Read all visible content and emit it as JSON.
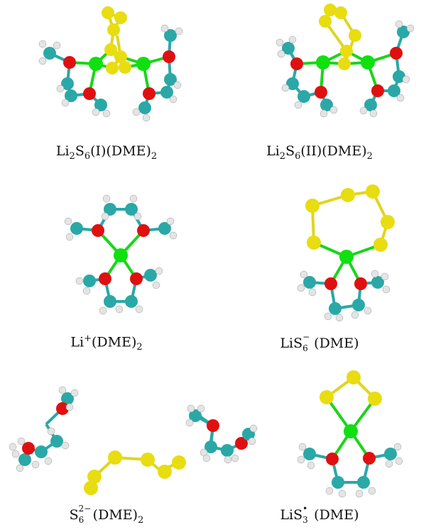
{
  "legend_colors": {
    "Li": "#10e010",
    "S": "#e8dd10",
    "O": "#e01010",
    "C": "#2aa8a8",
    "H": "#e4e4e4",
    "bond_Li": "#1bd41b",
    "bond_S": "#e0d520"
  },
  "panels": [
    {
      "id": "li2s6-i",
      "caption": {
        "prefix": "Li",
        "sub1": "2",
        "mid": "S",
        "sub2": "6",
        "suffix": "(I)(DME)",
        "sub3": "2"
      }
    },
    {
      "id": "li2s6-ii",
      "caption": {
        "prefix": "Li",
        "sub1": "2",
        "mid": "S",
        "sub2": "6",
        "suffix": "(II)(DME)",
        "sub3": "2"
      }
    },
    {
      "id": "li-dme2",
      "caption": {
        "prefix": "Li",
        "sup": "+",
        "suffix": "(DME)",
        "sub": "2"
      }
    },
    {
      "id": "lis6-dme",
      "caption": {
        "prefix": "LiS",
        "sup": "−",
        "sub": "6",
        "suffix": "(DME)"
      }
    },
    {
      "id": "s6-dme2",
      "caption": {
        "prefix": "S",
        "sup": "2−",
        "sub": "6",
        "suffix": "(DME)",
        "sub2": "2"
      }
    },
    {
      "id": "lis3-dme",
      "caption": {
        "prefix": "LiS",
        "sup": "•",
        "sub": "3",
        "suffix": "(DME)"
      }
    }
  ]
}
